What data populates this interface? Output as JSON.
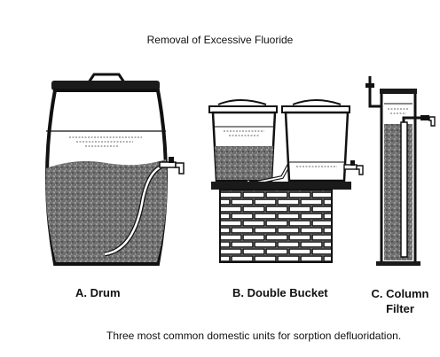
{
  "title": "Removal of Excessive Fluoride",
  "labels": {
    "drum": "A. Drum",
    "double_bucket": "B. Double Bucket",
    "column_line1": "C. Column",
    "column_line2": "Filter"
  },
  "caption": "Three most common domestic units for sorption defluoridation.",
  "colors": {
    "media": "#777777",
    "ink": "#111111",
    "brick_fill": "#ffffff"
  }
}
